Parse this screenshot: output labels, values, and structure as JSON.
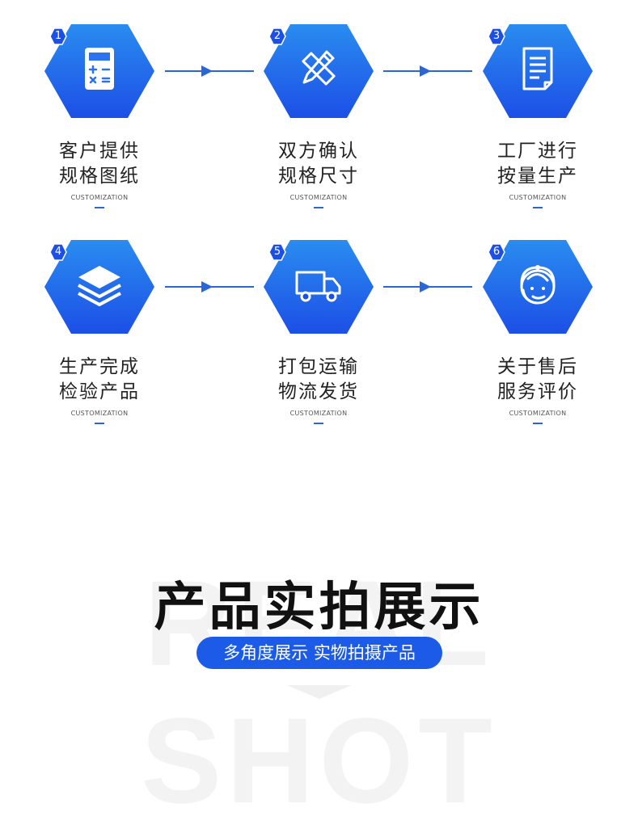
{
  "steps": [
    {
      "num": "1",
      "line1": "客户提供",
      "line2": "规格图纸",
      "sub": "CUSTOMIZATION",
      "icon": "calculator-icon"
    },
    {
      "num": "2",
      "line1": "双方确认",
      "line2": "规格尺寸",
      "sub": "CUSTOMIZATION",
      "icon": "pencil-ruler-icon"
    },
    {
      "num": "3",
      "line1": "工厂进行",
      "line2": "按量生产",
      "sub": "CUSTOMIZATION",
      "icon": "document-icon"
    },
    {
      "num": "4",
      "line1": "生产完成",
      "line2": "检验产品",
      "sub": "CUSTOMIZATION",
      "icon": "layers-icon"
    },
    {
      "num": "5",
      "line1": "打包运输",
      "line2": "物流发货",
      "sub": "CUSTOMIZATION",
      "icon": "truck-icon"
    },
    {
      "num": "6",
      "line1": "关于售后",
      "line2": "服务评价",
      "sub": "CUSTOMIZATION",
      "icon": "headset-agent-icon"
    }
  ],
  "section": {
    "bg_word": "REAL SHOT",
    "title": "产品实拍展示",
    "subtitle": "多角度展示 实物拍摄产品"
  },
  "colors": {
    "accent": "#1b5be8",
    "hex_top": "#2a8cf0",
    "hex_bottom": "#1c4fe6"
  }
}
